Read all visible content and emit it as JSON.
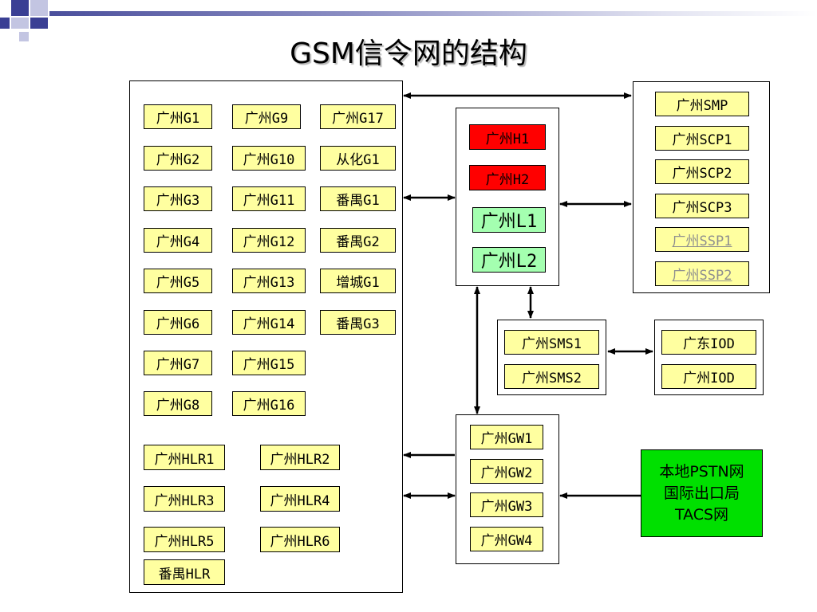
{
  "slide": {
    "title": "GSM信令网的结构"
  },
  "msc_panel": {
    "gmsc_nodes": [
      "广州G1",
      "广州G9",
      "广州G17",
      "广州G2",
      "广州G10",
      "从化G1",
      "广州G3",
      "广州G11",
      "番禺G1",
      "广州G4",
      "广州G12",
      "番禺G2",
      "广州G5",
      "广州G13",
      "增城G1",
      "广州G6",
      "广州G14",
      "番禺G3",
      "广州G7",
      "广州G15",
      "广州G8",
      "广州G16"
    ],
    "hlr_nodes": [
      "广州HLR1",
      "广州HLR2",
      "广州HLR3",
      "广州HLR4",
      "广州HLR5",
      "广州HLR6",
      "番禺HLR"
    ]
  },
  "stp_panel": {
    "nodes": [
      "广州H1",
      "广州H2",
      "广州L1",
      "广州L2"
    ]
  },
  "scp_panel": {
    "nodes": [
      "广州SMP",
      "广州SCP1",
      "广州SCP2",
      "广州SCP3",
      "广州SSP1",
      "广州SSP2"
    ]
  },
  "sms_panel": {
    "nodes": [
      "广州SMS1",
      "广州SMS2"
    ]
  },
  "iod_panel": {
    "nodes": [
      "广东IOD",
      "广州IOD"
    ]
  },
  "gw_panel": {
    "nodes": [
      "广州GW1",
      "广州GW2",
      "广州GW3",
      "广州GW4"
    ]
  },
  "external_network": {
    "lines": [
      "本地PSTN网",
      "国际出口局",
      "TACS网"
    ]
  },
  "colors": {
    "node_fill": "#ffffa0",
    "hstp_fill": "#ff0000",
    "lstp_fill": "#a4ffb0",
    "external_fill": "#00e000",
    "disabled_text": "#8f8f8f"
  }
}
